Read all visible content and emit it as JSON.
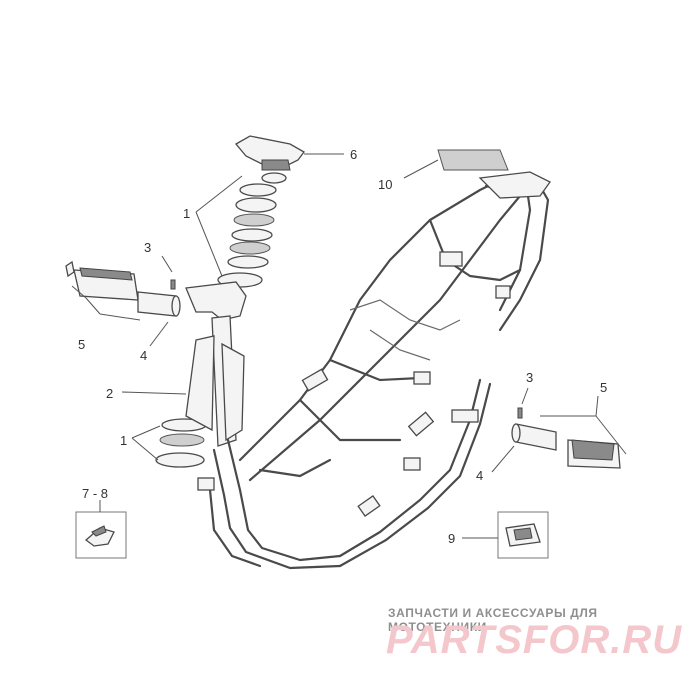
{
  "callouts": {
    "c1a": "1",
    "c1b": "1",
    "c2": "2",
    "c3a": "3",
    "c3b": "3",
    "c4a": "4",
    "c4b": "4",
    "c5a": "5",
    "c5b": "5",
    "c6": "6",
    "c78": "7 - 8",
    "c9": "9",
    "c10": "10"
  },
  "watermark": {
    "tagline": "ЗАПЧАСТИ И АКСЕССУАРЫ ДЛЯ МОТОТЕХНИКИ",
    "logo": "PARTSFOR.RU"
  },
  "colors": {
    "line": "#4a4a4a",
    "watermark_text": "#8e8e8e",
    "watermark_logo": "#f3c7cc"
  }
}
